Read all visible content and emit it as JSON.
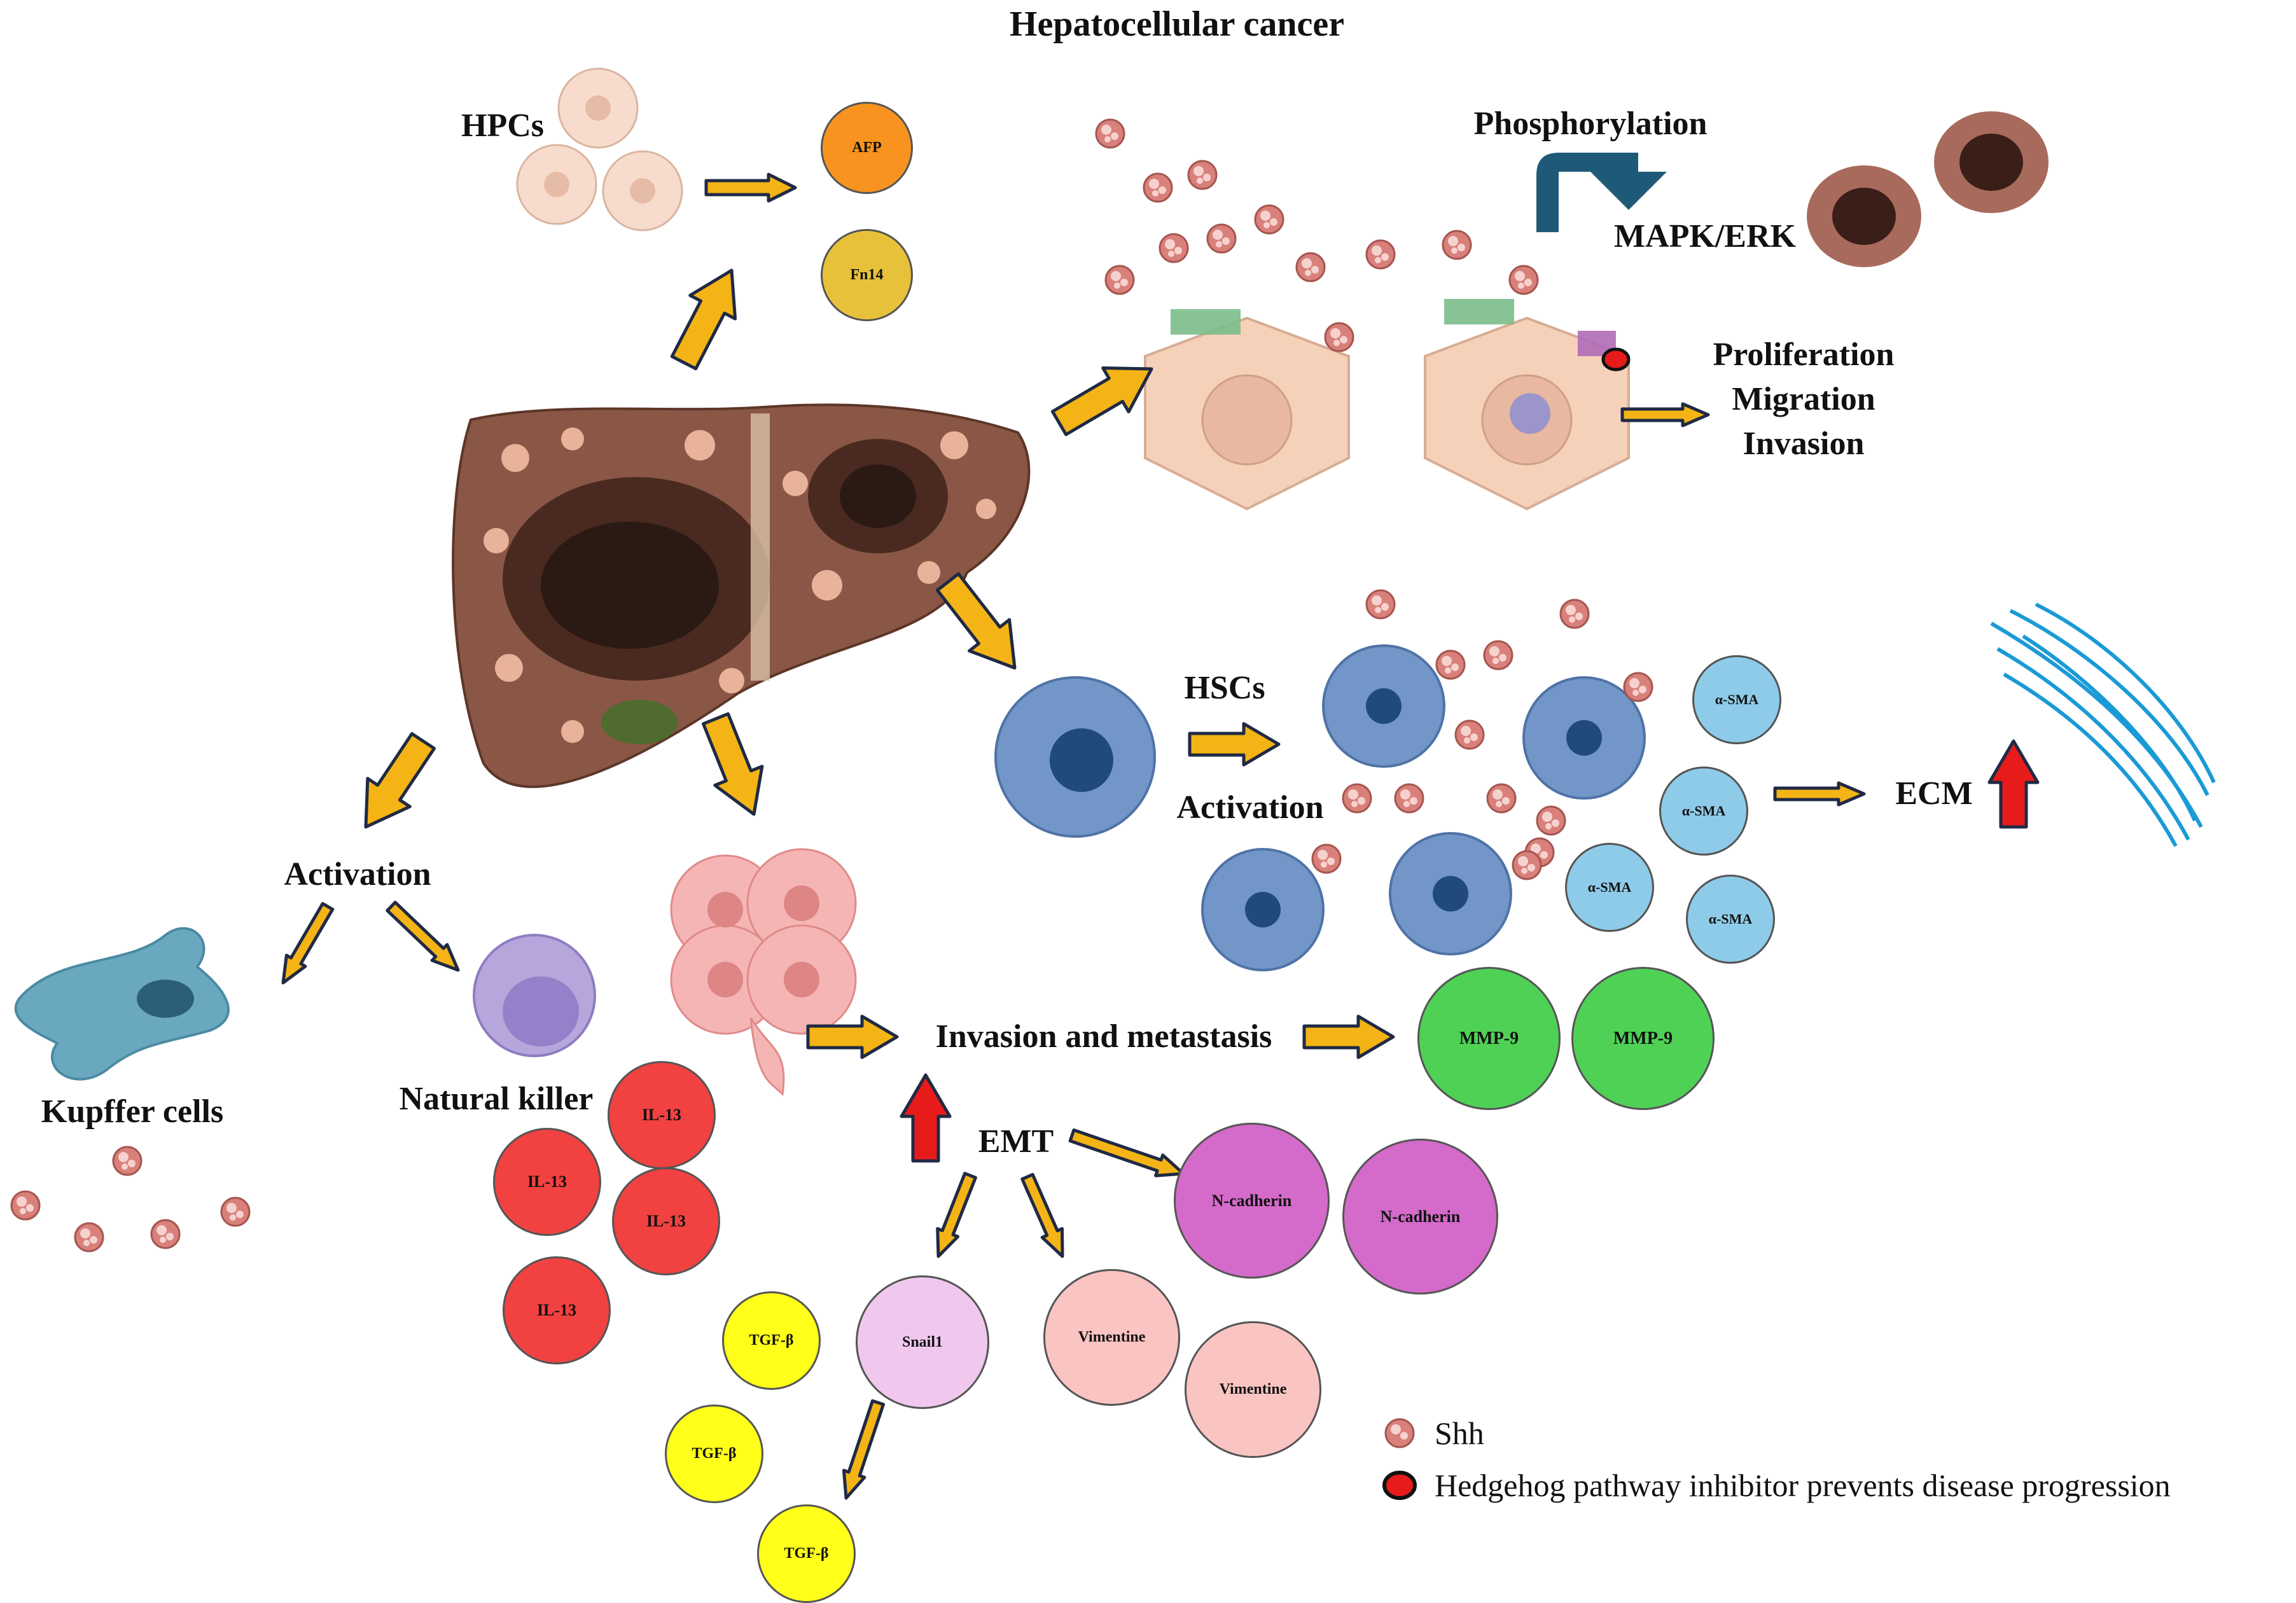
{
  "title": "Hepatocellular cancer",
  "labels": {
    "hpcs": "HPCs",
    "phosphorylation": "Phosphorylation",
    "mapk_erk": "MAPK/ERK",
    "proliferation": "Proliferation",
    "migration": "Migration",
    "invasion": "Invasion",
    "hscs": "HSCs",
    "hsc_activation": "Activation",
    "ecm": "ECM",
    "activation_left": "Activation",
    "kupffer_cells": "Kupffer cells",
    "natural_killer": "Natural killer",
    "invasion_metastasis": "Invasion and metastasis",
    "emt": "EMT"
  },
  "markers": {
    "afp": "AFP",
    "fn14": "Fn14",
    "alpha_sma": "α-SMA",
    "mmp9": "MMP-9",
    "il13": "IL-13",
    "n_cadherin": "N-cadherin",
    "tgf_beta": "TGF-β",
    "snail1": "Snail1",
    "vimentine": "Vimentine"
  },
  "legend": {
    "shh": "Shh",
    "inhibitor": "Hedgehog pathway inhibitor prevents disease progression"
  },
  "colors": {
    "afp": "#f7931e",
    "fn14": "#e8c13a",
    "alpha_sma": "#8ecbe8",
    "mmp9": "#4fd156",
    "il13": "#f24141",
    "n_cadherin": "#d46ac9",
    "tgf_beta": "#ffff1a",
    "snail1": "#f0c8ee",
    "vimentine": "#f9c4c2",
    "arrow": "#f5b415",
    "arrow_outline": "#1f2a44",
    "red_arrow": "#e81b1b",
    "liver": "#8a5746",
    "hsc": "#7396c8",
    "hepatocyte": "#f6d1ba",
    "kupffer": "#6aa8c0",
    "nk": "#b6a6dc",
    "ecm": "#1a9ad6",
    "shh": "#d9807a",
    "inhibitor": "#e81b1b"
  }
}
